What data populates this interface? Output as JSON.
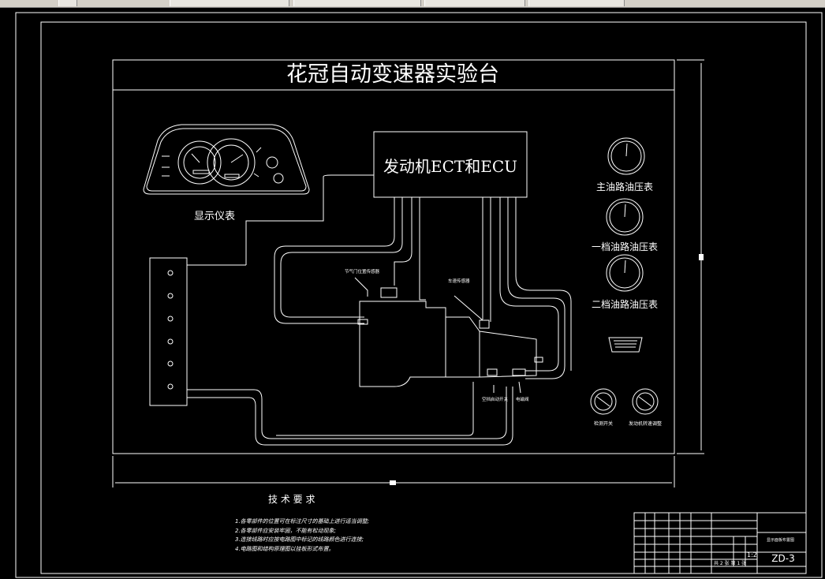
{
  "window": {
    "toolbar_tabs": [
      "",
      "",
      "",
      "",
      ""
    ]
  },
  "drawing": {
    "title": "花冠自动变速器实验台",
    "ecu_label": "发动机ECT和ECU",
    "instrument_label": "显示仪表",
    "gauges": [
      {
        "label": "主油路油压表"
      },
      {
        "label": "一档油路油压表"
      },
      {
        "label": "二档油路油压表"
      }
    ],
    "knob_labels": [
      "检测开关",
      "发动机转速调整"
    ],
    "component_labels": {
      "throttle_sensor": "节气门位置传感器",
      "speed_sensor": "车速传感器",
      "solenoid_switch": "空挡启动开关",
      "valve": "电磁阀"
    },
    "tech_requirements": {
      "heading": "技 术 要 求",
      "items": [
        "1.各零部件的位置可在标注尺寸的基础上进行适当调整;",
        "2.各零部件应安装牢固，不能有松动现象;",
        "3.连接线路时应按电路图中标记的线路颜色进行连接;",
        "4.电路图和结构原理图以挂板形式布置。"
      ]
    },
    "title_block": {
      "school": "",
      "scale": "1:2",
      "sheets": "共 2 张  第 1 张",
      "drawing_no": "ZD-3",
      "name": "显示面板布置图"
    }
  }
}
